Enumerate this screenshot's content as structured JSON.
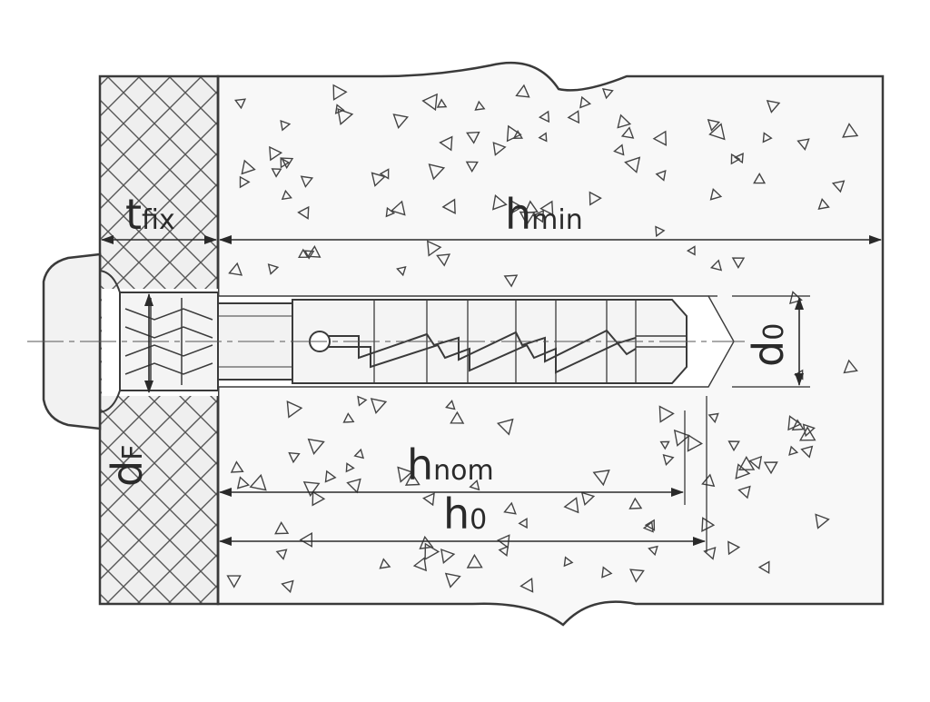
{
  "labels": {
    "t_main": "t",
    "t_sub": "fix",
    "hmin_main": "h",
    "hmin_sub": "min",
    "hnom_main": "h",
    "hnom_sub": "nom",
    "h0_main": "h",
    "h0_sub": "0",
    "d0_main": "d",
    "d0_sub": "0",
    "df_main": "d",
    "df_sub": "F"
  },
  "colors": {
    "line": "#3a3a3a",
    "concrete": "#f7f7f7",
    "fixture": "#eeeeee",
    "anchor": "#f2f2f2"
  }
}
